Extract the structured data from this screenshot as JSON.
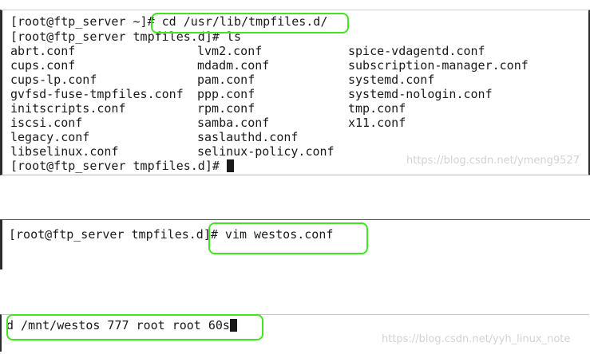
{
  "terminal1": {
    "line1_prompt": "[root@ftp_server ~]#",
    "line1_cmd": " cd /usr/lib/tmpfiles.d/",
    "line2": "[root@ftp_server tmpfiles.d]# ls",
    "files": [
      [
        "abrt.conf",
        "lvm2.conf",
        "spice-vdagentd.conf"
      ],
      [
        "cups.conf",
        "mdadm.conf",
        "subscription-manager.conf"
      ],
      [
        "cups-lp.conf",
        "pam.conf",
        "systemd.conf"
      ],
      [
        "gvfsd-fuse-tmpfiles.conf",
        "ppp.conf",
        "systemd-nologin.conf"
      ],
      [
        "initscripts.conf",
        "rpm.conf",
        "tmp.conf"
      ],
      [
        "iscsi.conf",
        "samba.conf",
        "x11.conf"
      ],
      [
        "legacy.conf",
        "saslauthd.conf",
        ""
      ],
      [
        "libselinux.conf",
        "selinux-policy.conf",
        ""
      ]
    ],
    "final_prompt": "[root@ftp_server tmpfiles.d]#"
  },
  "terminal2": {
    "prompt": "[root@ftp_server tmpfiles.d]#",
    "cmd": " vim westos.conf"
  },
  "editor": {
    "content": "d /mnt/westos 777 root root 60s"
  },
  "watermarks": {
    "top": "https://blog.csdn.net/ymeng9527",
    "bottom": "https://blog.csdn.net/yyh_linux_note"
  },
  "colors": {
    "highlight": "#3fe51f",
    "text": "#1a1a1a"
  }
}
